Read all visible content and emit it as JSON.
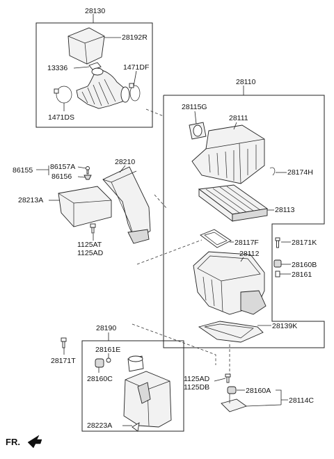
{
  "labels": {
    "p28130": "28130",
    "p28192R": "28192R",
    "p13336": "13336",
    "p1471DF": "1471DF",
    "p1471DS": "1471DS",
    "p28110": "28110",
    "p28115G": "28115G",
    "p28111": "28111",
    "p28174H": "28174H",
    "p28210": "28210",
    "p86155": "86155",
    "p86157A": "86157A",
    "p86156": "86156",
    "p28213A": "28213A",
    "p28113": "28113",
    "p1125AT": "1125AT",
    "p1125AD_a": "1125AD",
    "p28117F": "28117F",
    "p28171K": "28171K",
    "p28112": "28112",
    "p28160B": "28160B",
    "p28161": "28161",
    "p28139K": "28139K",
    "p28190": "28190",
    "p28161E": "28161E",
    "p28171T": "28171T",
    "p28160C": "28160C",
    "p1125AD_b": "1125AD",
    "p1125DB": "1125DB",
    "p28160A": "28160A",
    "p28114C": "28114C",
    "p28223A": "28223A",
    "fr": "FR."
  }
}
